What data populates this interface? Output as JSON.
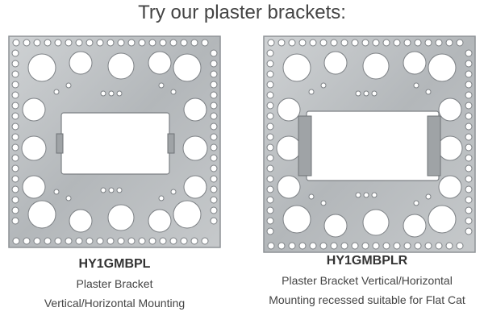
{
  "title": "Try our plaster brackets:",
  "products": [
    {
      "code": "HY1GMBPL",
      "line1": "Plaster Bracket",
      "line2": "Vertical/Horizontal Mounting"
    },
    {
      "code": "HY1GMBPLR",
      "line1": "Plaster Bracket Vertical/Horizontal",
      "line2": "Mounting recessed suitable for Flat Cat"
    }
  ],
  "colors": {
    "metal": "#b9bcbf",
    "metal_edge": "#8e9296"
  }
}
